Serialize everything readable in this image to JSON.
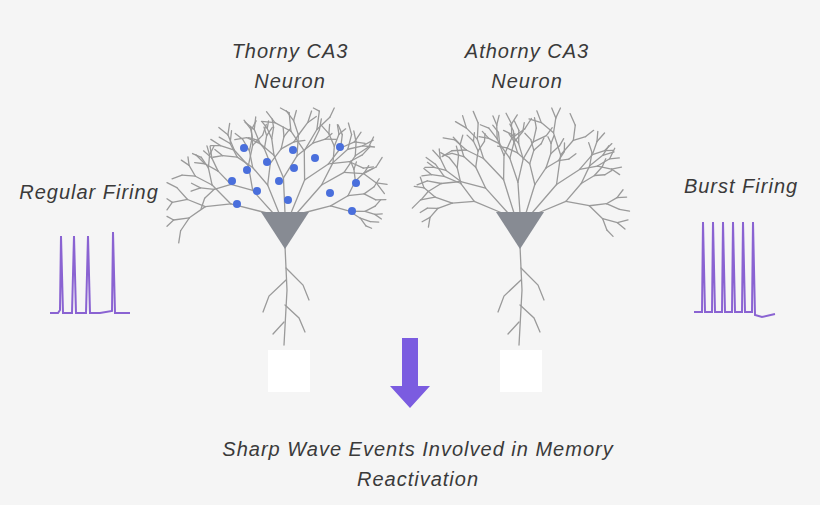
{
  "diagram": {
    "labels": [
      "Thorny CA3 Neuron",
      "Athorny CA3 Neuron",
      "Regular Firing",
      "Burst Firing",
      "Sharp Wave Events Involved in Memory Reactivation"
    ]
  }
}
